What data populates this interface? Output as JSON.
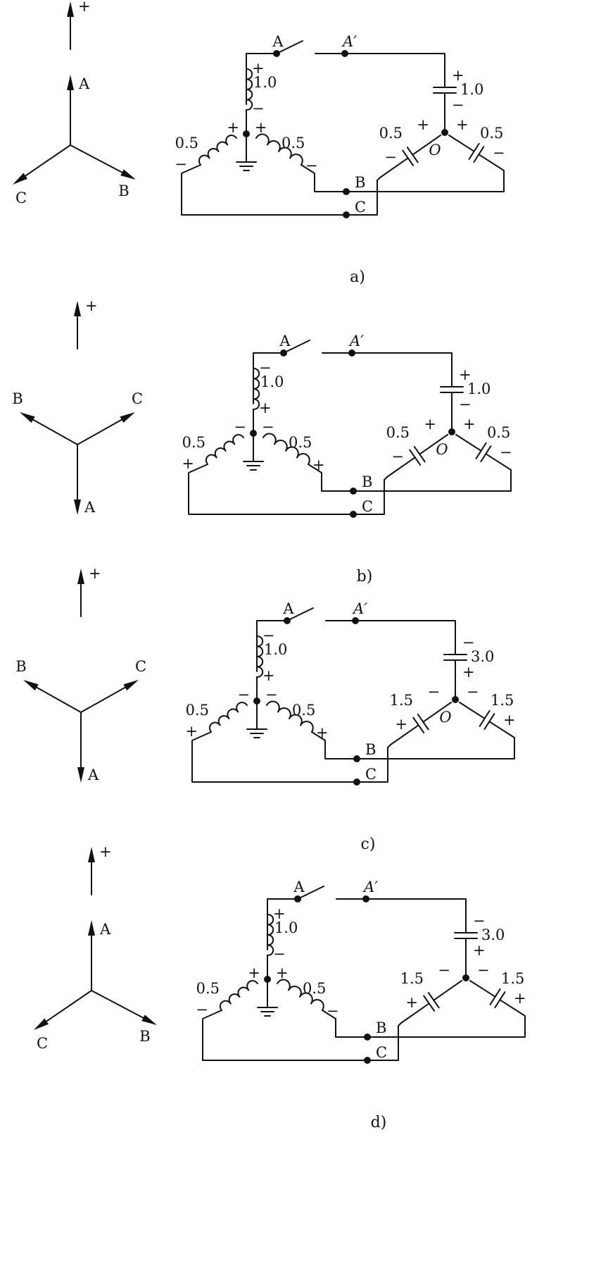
{
  "panels": [
    {
      "id": "a",
      "caption": "a)",
      "phasor_labels": {
        "plus": "+",
        "a": "A",
        "b": "B",
        "c": "C"
      },
      "circuit": {
        "node_a": "A",
        "node_a_prime": "A′",
        "node_b": "B",
        "node_c": "C",
        "node_o": "O",
        "inductor_top": "1.0",
        "inductor_left": "0.5",
        "inductor_right": "0.5",
        "cap_top": "1.0",
        "cap_left": "0.5",
        "cap_right": "0.5",
        "ind_top_upper": "+",
        "ind_top_lower": "−",
        "ind_left_outer": "−",
        "ind_left_inner": "+",
        "ind_right_inner": "+",
        "ind_right_outer": "−",
        "cap_top_upper": "+",
        "cap_top_lower": "−",
        "cap_left_inner": "+",
        "cap_left_outer": "−",
        "cap_right_inner": "+",
        "cap_right_outer": "−"
      }
    },
    {
      "id": "b",
      "caption": "b)",
      "phasor_labels": {
        "plus": "+",
        "a": "A",
        "b": "B",
        "c": "C"
      },
      "circuit": {
        "node_a": "A",
        "node_a_prime": "A′",
        "node_b": "B",
        "node_c": "C",
        "node_o": "O",
        "inductor_top": "1.0",
        "inductor_left": "0.5",
        "inductor_right": "0.5",
        "cap_top": "1.0",
        "cap_left": "0.5",
        "cap_right": "0.5",
        "ind_top_upper": "−",
        "ind_top_lower": "+",
        "ind_left_outer": "+",
        "ind_left_inner": "−",
        "ind_right_inner": "−",
        "ind_right_outer": "+",
        "cap_top_upper": "+",
        "cap_top_lower": "−",
        "cap_left_inner": "+",
        "cap_left_outer": "−",
        "cap_right_inner": "+",
        "cap_right_outer": "−"
      }
    },
    {
      "id": "c",
      "caption": "c)",
      "phasor_labels": {
        "plus": "+",
        "a": "A",
        "b": "B",
        "c": "C"
      },
      "circuit": {
        "node_a": "A",
        "node_a_prime": "A′",
        "node_b": "B",
        "node_c": "C",
        "node_o": "O",
        "inductor_top": "1.0",
        "inductor_left": "0.5",
        "inductor_right": "0.5",
        "cap_top": "3.0",
        "cap_left": "1.5",
        "cap_right": "1.5",
        "ind_top_upper": "−",
        "ind_top_lower": "+",
        "ind_left_outer": "+",
        "ind_left_inner": "−",
        "ind_right_inner": "−",
        "ind_right_outer": "+",
        "cap_top_upper": "−",
        "cap_top_lower": "+",
        "cap_left_inner": "−",
        "cap_left_outer": "+",
        "cap_right_inner": "−",
        "cap_right_outer": "+"
      }
    },
    {
      "id": "d",
      "caption": "d)",
      "phasor_labels": {
        "plus": "+",
        "a": "A",
        "b": "B",
        "c": "C"
      },
      "circuit": {
        "node_a": "A",
        "node_a_prime": "A′",
        "node_b": "B",
        "node_c": "C",
        "node_o": "",
        "inductor_top": "1.0",
        "inductor_left": "0.5",
        "inductor_right": "0.5",
        "cap_top": "3.0",
        "cap_left": "1.5",
        "cap_right": "1.5",
        "ind_top_upper": "+",
        "ind_top_lower": "−",
        "ind_left_outer": "−",
        "ind_left_inner": "+",
        "ind_right_inner": "+",
        "ind_right_outer": "−",
        "cap_top_upper": "−",
        "cap_top_lower": "+",
        "cap_left_inner": "−",
        "cap_left_outer": "+",
        "cap_right_inner": "−",
        "cap_right_outer": "+"
      }
    }
  ]
}
